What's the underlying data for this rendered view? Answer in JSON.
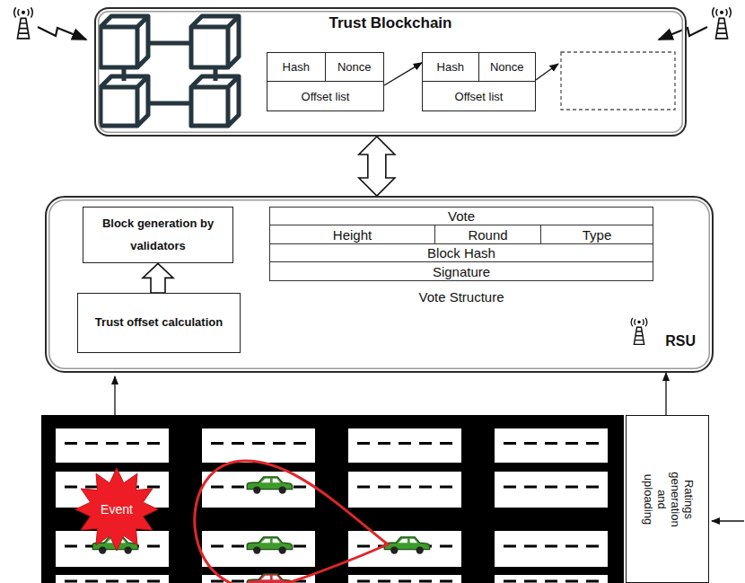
{
  "diagram": {
    "nodes": [
      {
        "text": [
          "Trust Blockchain"
        ]
      },
      {
        "text": [
          "Hash",
          "Nonce",
          "Offset list"
        ],
        "in": 0
      },
      {
        "text": [
          "Hash",
          "Nonce",
          "Offset list"
        ],
        "in": 0
      },
      {
        "text": [
          "RSU"
        ]
      },
      {
        "text": [
          "Block generation by validators"
        ],
        "in": 3
      },
      {
        "text": [
          "Trust offset calculation"
        ],
        "in": 3
      },
      {
        "text": [
          "Vote",
          "Height",
          "Round",
          "Type",
          "Block Hash",
          "Signature",
          "Vote Structure"
        ],
        "in": 3
      },
      {
        "text": [
          "Event"
        ]
      },
      {
        "text": [
          "Ratings generation and uploading"
        ]
      }
    ],
    "edges": [
      {
        "from": 1,
        "to": 2,
        "arrow": "to"
      },
      {
        "from": 0,
        "to": 3,
        "arrow": "both"
      },
      {
        "from": 5,
        "to": 4,
        "arrow": "to"
      },
      {
        "from": 8,
        "to": 3,
        "arrow": "to"
      }
    ]
  }
}
